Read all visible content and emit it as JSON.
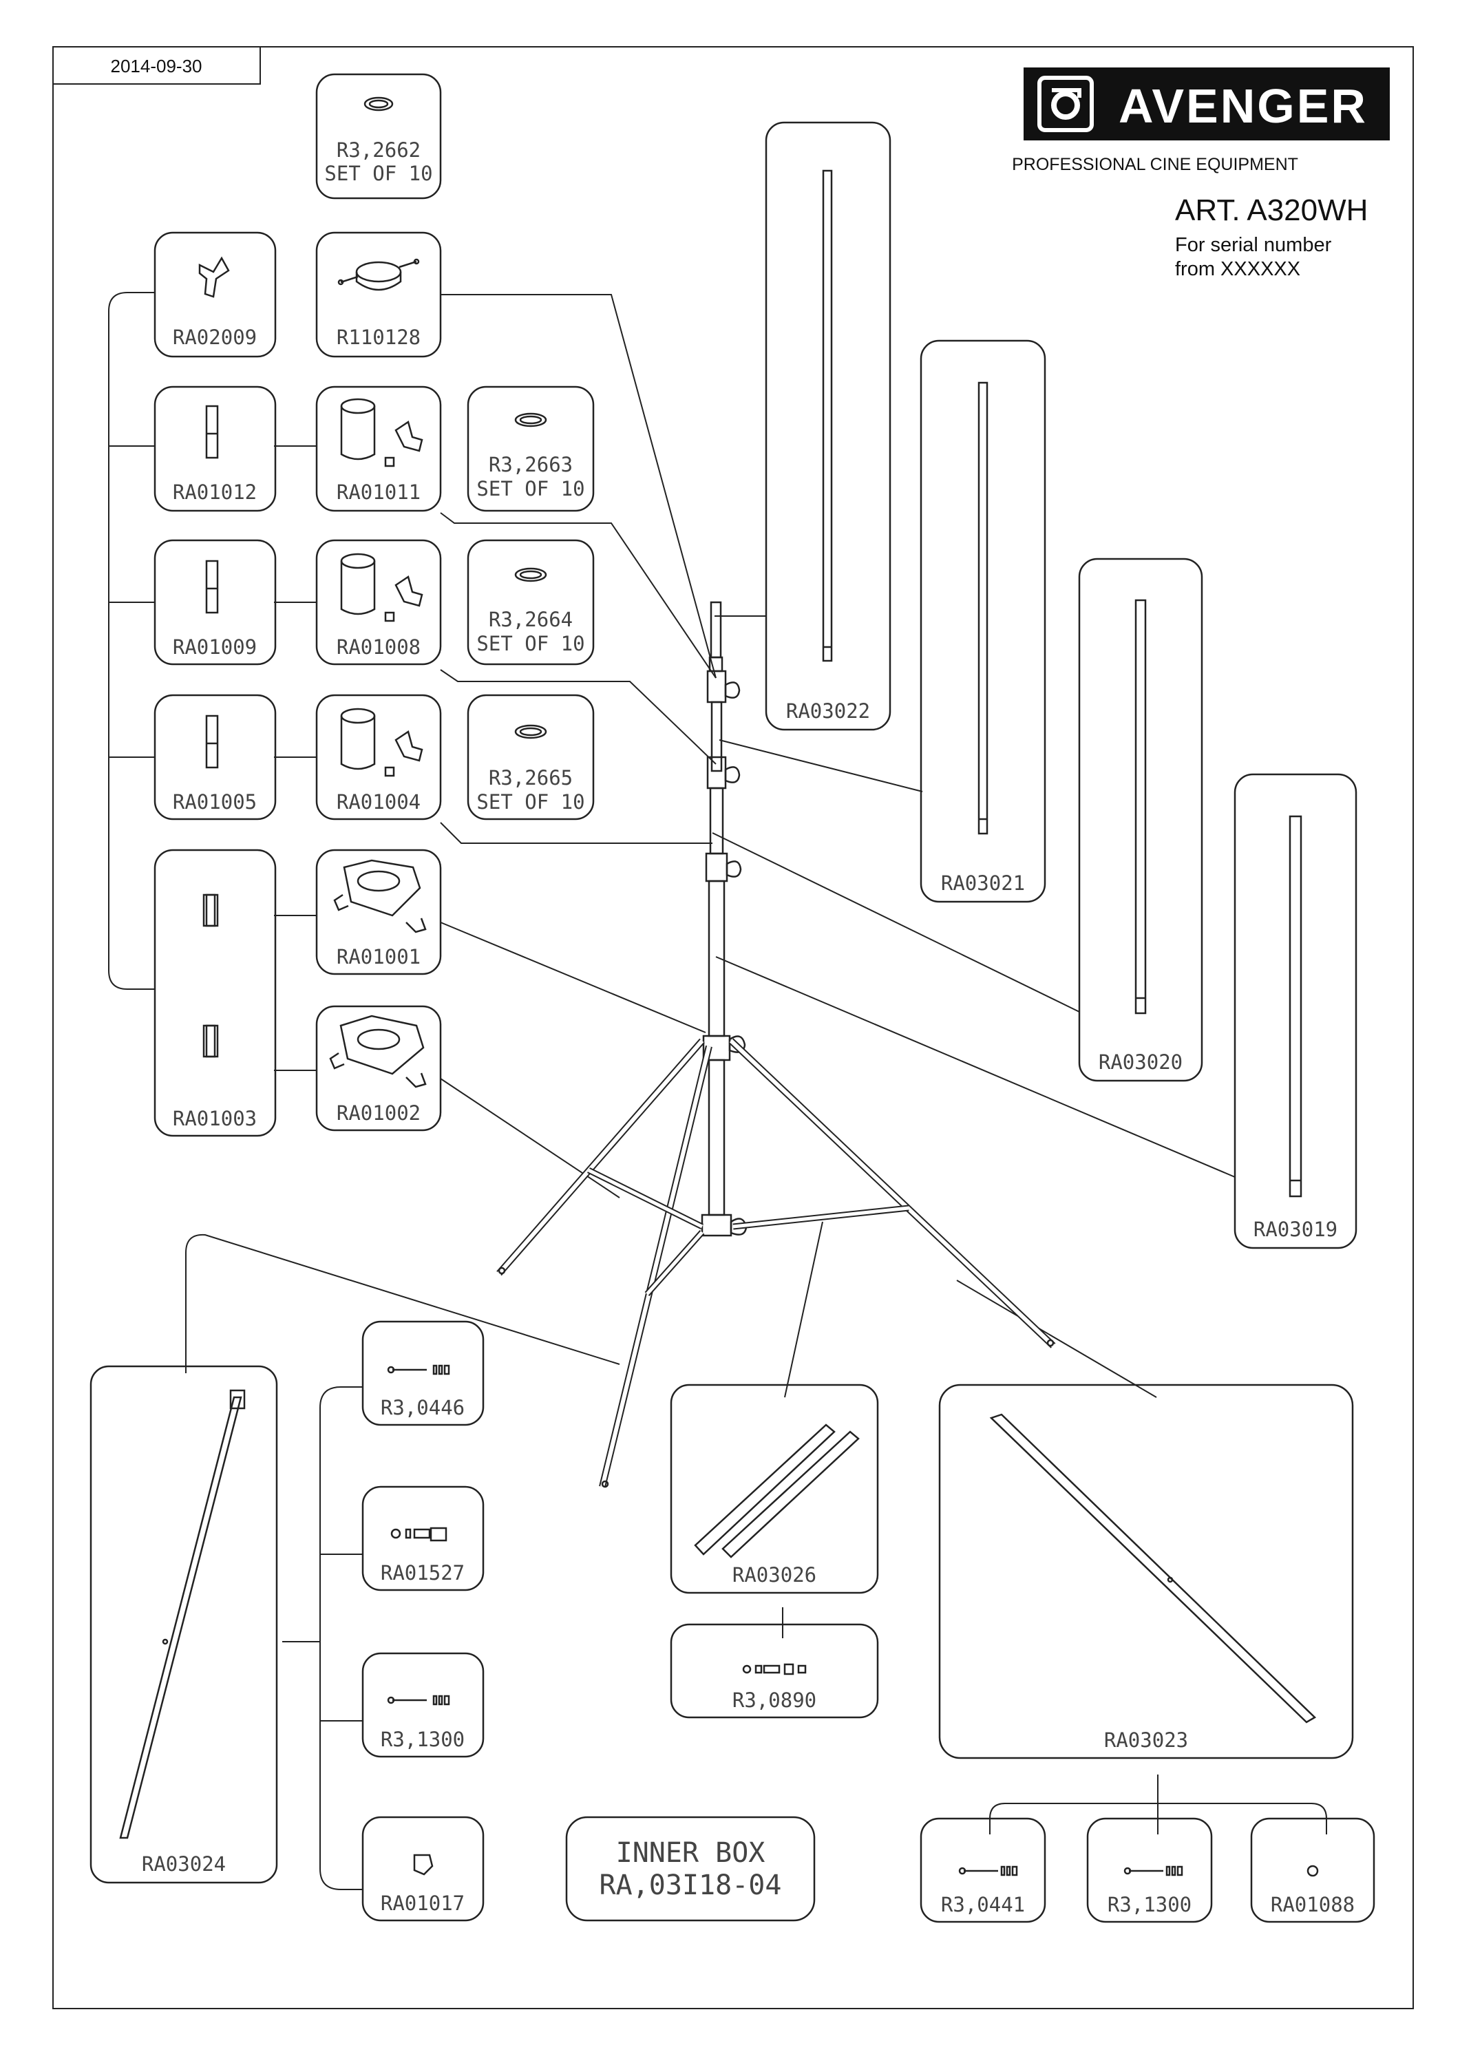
{
  "header": {
    "date": "2014-09-30",
    "brand": "AVENGER",
    "tagline": "PROFESSIONAL CINE EQUIPMENT",
    "article": "ART. A320WH",
    "serial_line1": "For serial number",
    "serial_line2": "from XXXXXX"
  },
  "parts": {
    "r3_2662": {
      "code": "R3,2662",
      "note": "SET OF 10"
    },
    "r3_2663": {
      "code": "R3,2663",
      "note": "SET OF 10"
    },
    "r3_2664": {
      "code": "R3,2664",
      "note": "SET OF 10"
    },
    "r3_2665": {
      "code": "R3,2665",
      "note": "SET OF 10"
    },
    "ra02009": "RA02009",
    "r110128": "R110128",
    "ra01012": "RA01012",
    "ra01011": "RA01011",
    "ra01009": "RA01009",
    "ra01008": "RA01008",
    "ra01005": "RA01005",
    "ra01004": "RA01004",
    "ra01001": "RA01001",
    "ra01003": "RA01003",
    "ra01002": "RA01002",
    "ra03022": "RA03022",
    "ra03021": "RA03021",
    "ra03020": "RA03020",
    "ra03019": "RA03019",
    "ra03024": "RA03024",
    "r3_0446": "R3,0446",
    "ra01527": "RA01527",
    "r3_1300a": "R3,1300",
    "ra01017": "RA01017",
    "ra03026": "RA03026",
    "r3_0890": "R3,0890",
    "ra03023": "RA03023",
    "r3_0441": "R3,0441",
    "r3_1300b": "R3,1300",
    "ra01088": "RA01088",
    "inner_box": {
      "line1": "INNER BOX",
      "line2": "RA,03I18-04"
    }
  }
}
